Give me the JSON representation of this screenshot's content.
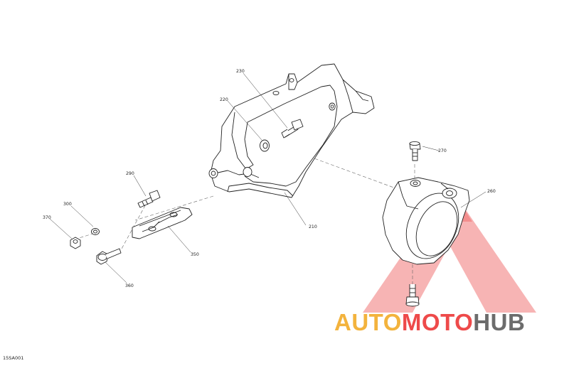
{
  "diagram": {
    "callouts": {
      "p210": "210",
      "p220": "220",
      "p230": "230",
      "p260": "260",
      "p270": "270",
      "p290": "290",
      "p300": "300",
      "p350": "350",
      "p360": "360",
      "p370": "370"
    },
    "document_code": "15SA001"
  },
  "watermark": {
    "part1": "AUTO",
    "part2": "MOTO",
    "part3": "HUB",
    "colors": {
      "orange": "#f3b33d",
      "red": "#ee4a4a",
      "gray": "#6c6c6c"
    }
  }
}
